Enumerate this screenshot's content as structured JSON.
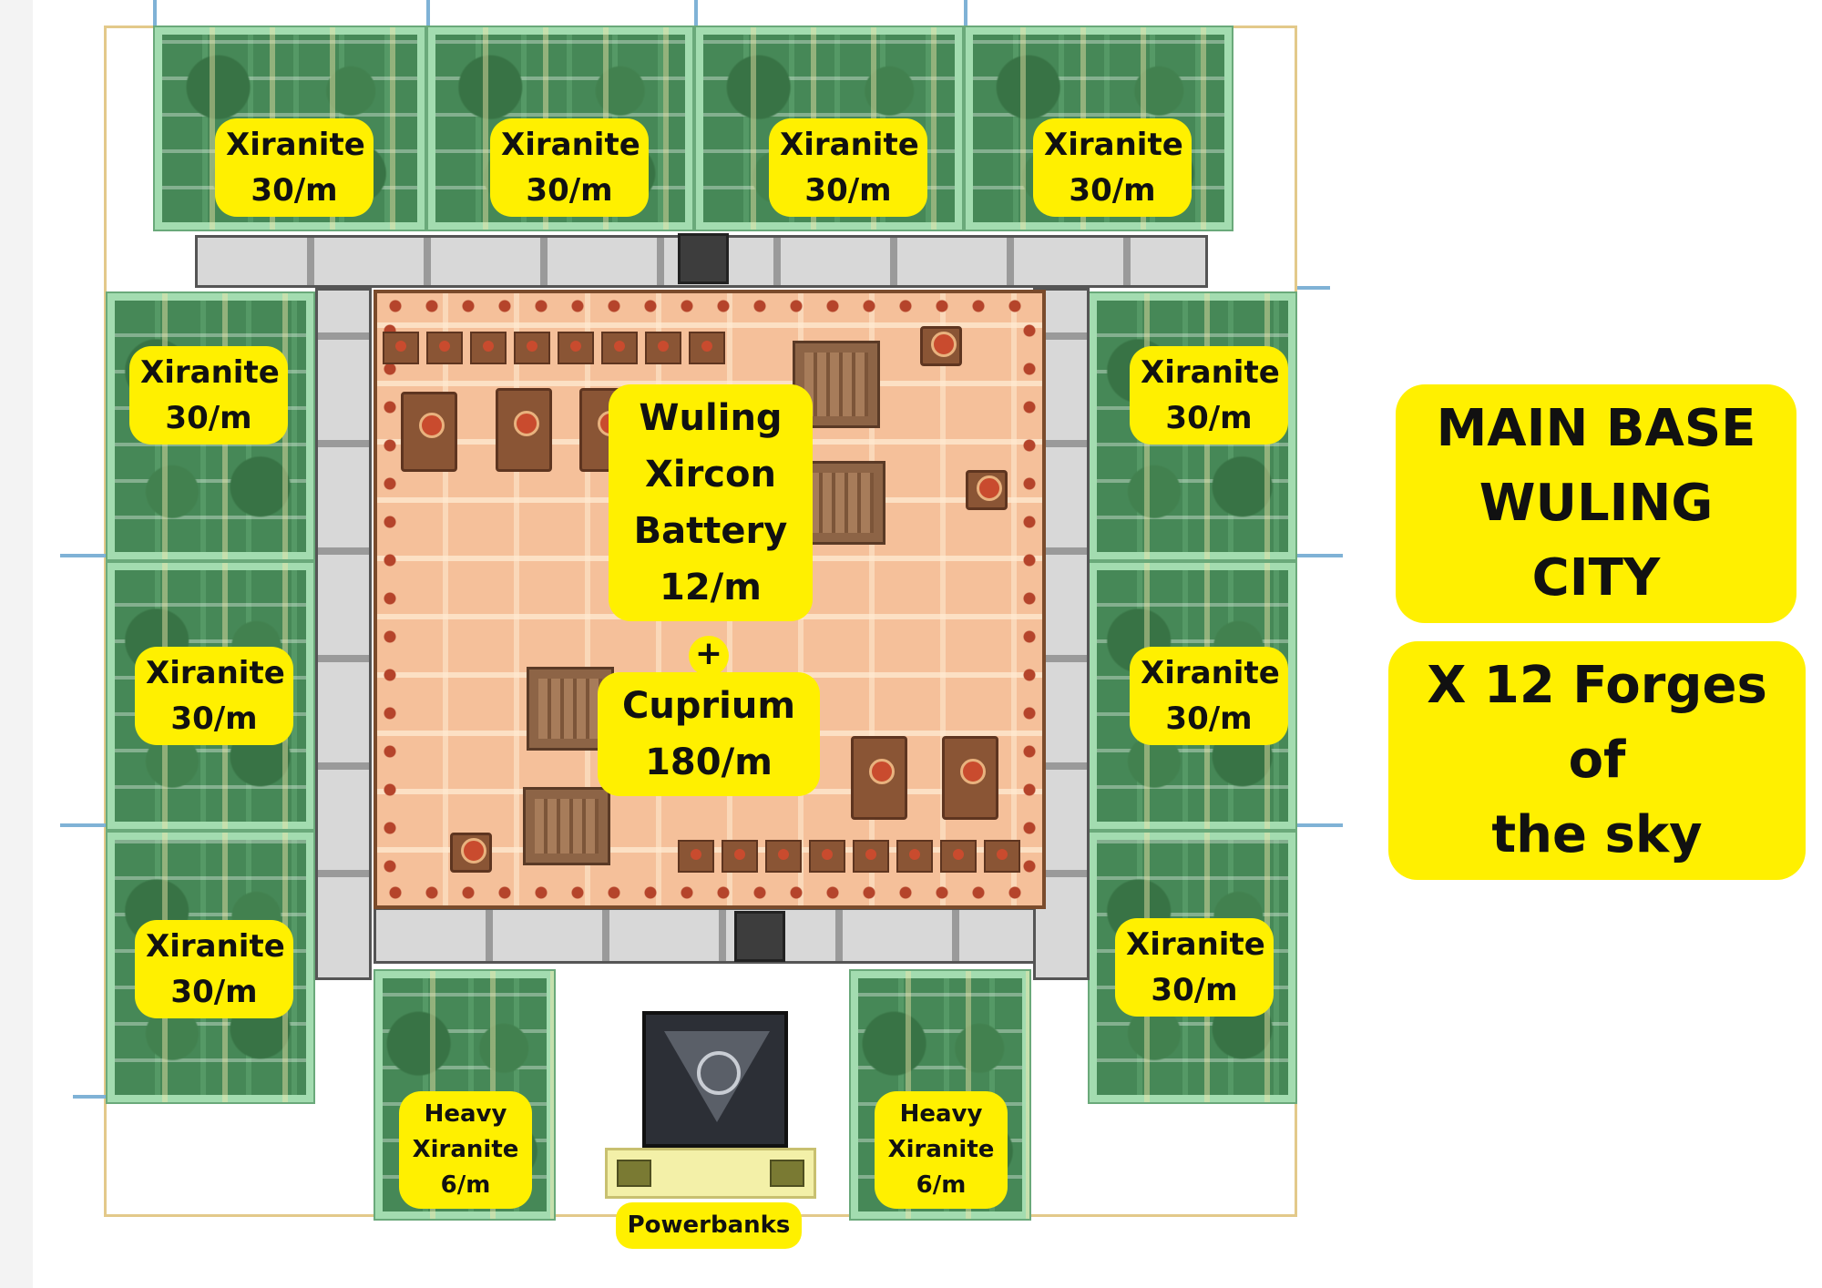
{
  "base_info": {
    "title": "MAIN BASE\nWULING CITY",
    "forges": "X 12 Forges of\nthe sky"
  },
  "zones": {
    "xiranite_label": "Xiranite\n30/m",
    "heavy_xiranite_label": "Heavy\nXiranite\n6/m"
  },
  "core": {
    "battery_label": "Wuling\nXircon\nBattery\n12/m",
    "plus": "+",
    "cuprium_label": "Cuprium\n180/m"
  },
  "power": {
    "powerbanks_label": "Powerbanks"
  },
  "colors": {
    "label_bg": "#fff000",
    "green_zone": "#a3dcb0",
    "core_zone": "#f5c09a",
    "road": "#bdbdbd"
  }
}
